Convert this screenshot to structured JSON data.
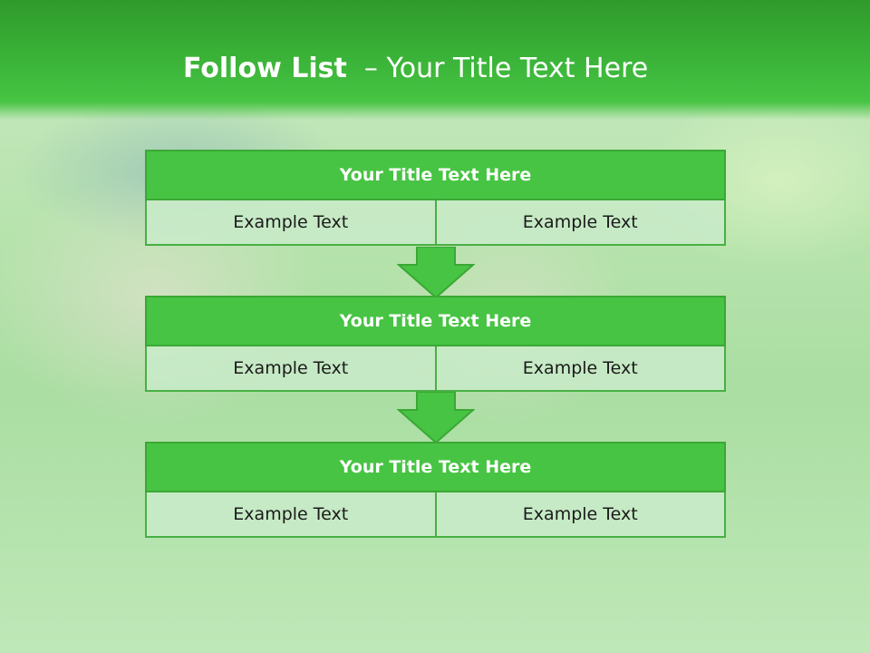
{
  "header": {
    "title_strong": "Follow List",
    "title_rest": "– Your Title Text Here"
  },
  "blocks": [
    {
      "title": "Your Title Text Here",
      "cells": [
        "Example Text",
        "Example Text"
      ]
    },
    {
      "title": "Your Title Text Here",
      "cells": [
        "Example Text",
        "Example Text"
      ]
    },
    {
      "title": "Your Title Text Here",
      "cells": [
        "Example Text",
        "Example Text"
      ]
    }
  ],
  "colors": {
    "header_green": "#3cb63a",
    "block_green": "#47c443",
    "cell_fill": "#c8ebc8"
  }
}
